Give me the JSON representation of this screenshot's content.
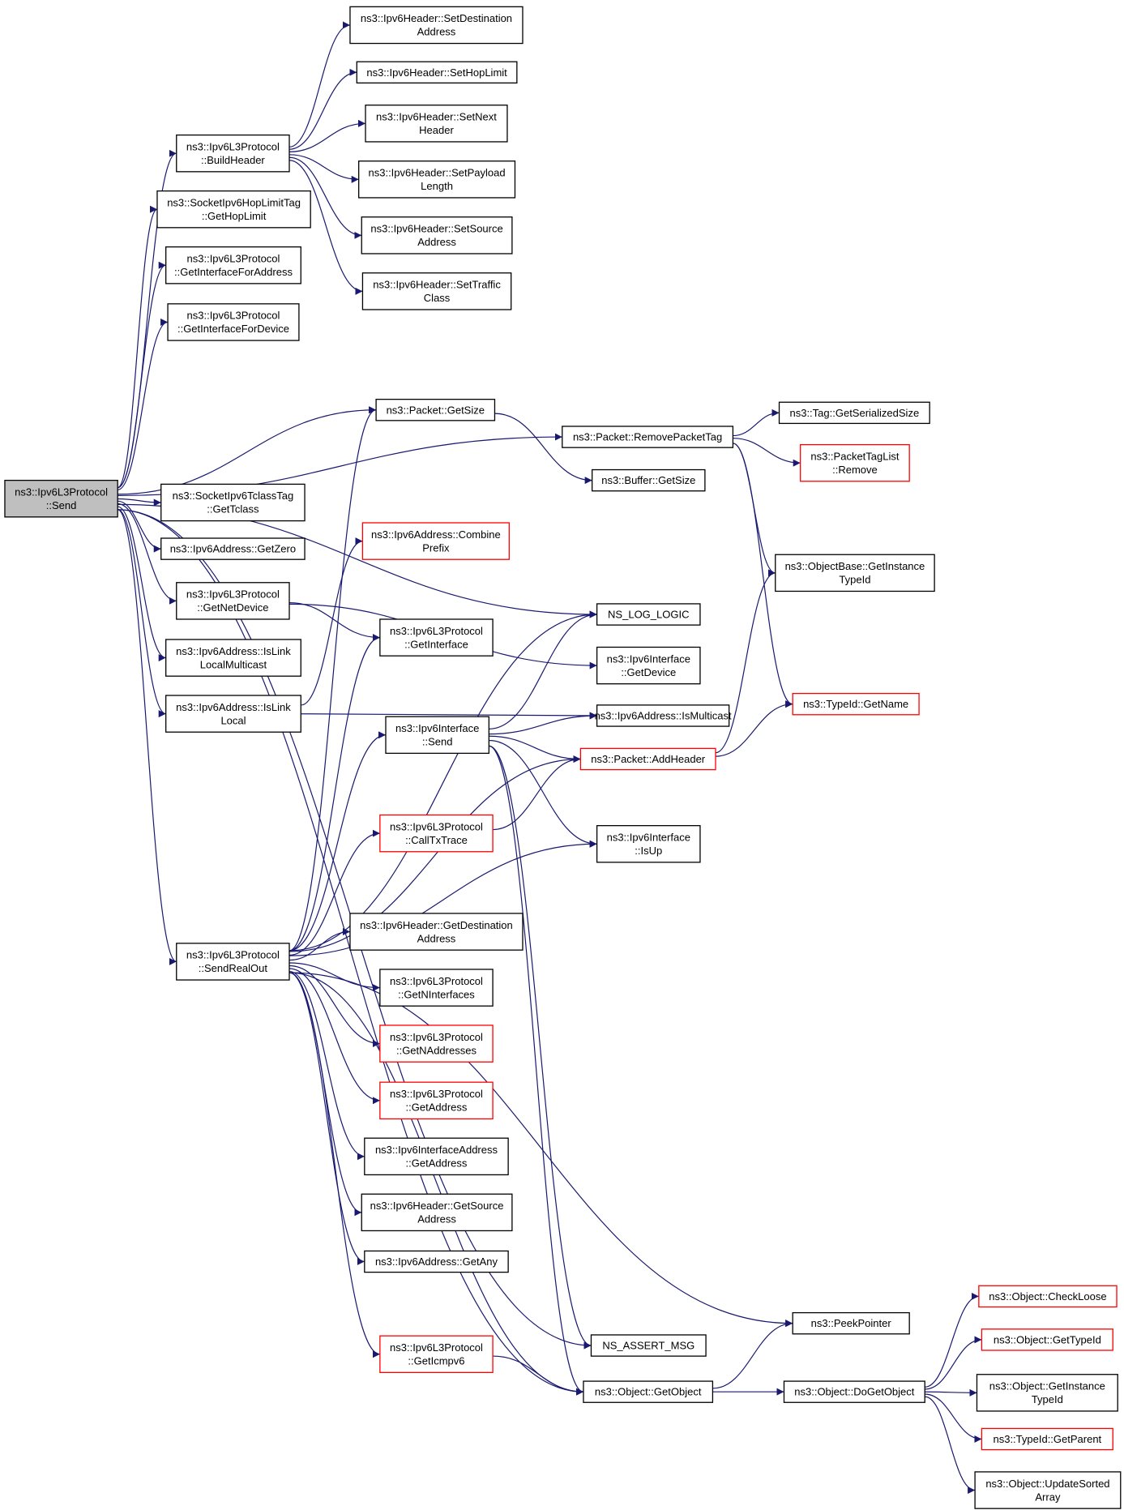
{
  "colors": {
    "edge": "#191970",
    "node_border": "#000000",
    "truncated_border": "#ff0000",
    "root_fill": "#bfbfbf"
  },
  "nodes": {
    "send": {
      "lines": [
        "ns3::Ipv6L3Protocol",
        "::Send"
      ]
    },
    "buildHeader": {
      "lines": [
        "ns3::Ipv6L3Protocol",
        "::BuildHeader"
      ]
    },
    "getHopLimit": {
      "lines": [
        "ns3::SocketIpv6HopLimitTag",
        "::GetHopLimit"
      ]
    },
    "getIfForAddress": {
      "lines": [
        "ns3::Ipv6L3Protocol",
        "::GetInterfaceForAddress"
      ]
    },
    "getIfForDevice": {
      "lines": [
        "ns3::Ipv6L3Protocol",
        "::GetInterfaceForDevice"
      ]
    },
    "getTclass": {
      "lines": [
        "ns3::SocketIpv6TclassTag",
        "::GetTclass"
      ]
    },
    "getZero": {
      "lines": [
        "ns3::Ipv6Address::GetZero"
      ]
    },
    "getNetDevice": {
      "lines": [
        "ns3::Ipv6L3Protocol",
        "::GetNetDevice"
      ]
    },
    "isLinkLocalMc": {
      "lines": [
        "ns3::Ipv6Address::IsLink",
        "LocalMulticast"
      ]
    },
    "isLinkLocal": {
      "lines": [
        "ns3::Ipv6Address::IsLink",
        "Local"
      ]
    },
    "sendRealOut": {
      "lines": [
        "ns3::Ipv6L3Protocol",
        "::SendRealOut"
      ]
    },
    "setDest": {
      "lines": [
        "ns3::Ipv6Header::SetDestination",
        "Address"
      ]
    },
    "setHopLimit": {
      "lines": [
        "ns3::Ipv6Header::SetHopLimit"
      ]
    },
    "setNext": {
      "lines": [
        "ns3::Ipv6Header::SetNext",
        "Header"
      ]
    },
    "setPayload": {
      "lines": [
        "ns3::Ipv6Header::SetPayload",
        "Length"
      ]
    },
    "setSource": {
      "lines": [
        "ns3::Ipv6Header::SetSource",
        "Address"
      ]
    },
    "setTraffic": {
      "lines": [
        "ns3::Ipv6Header::SetTraffic",
        "Class"
      ]
    },
    "pktGetSize": {
      "lines": [
        "ns3::Packet::GetSize"
      ]
    },
    "combinePrefix": {
      "lines": [
        "ns3::Ipv6Address::Combine",
        "Prefix"
      ]
    },
    "getInterface": {
      "lines": [
        "ns3::Ipv6L3Protocol",
        "::GetInterface"
      ]
    },
    "ifSend": {
      "lines": [
        "ns3::Ipv6Interface",
        "::Send"
      ]
    },
    "callTxTrace": {
      "lines": [
        "ns3::Ipv6L3Protocol",
        "::CallTxTrace"
      ]
    },
    "getDestAddr": {
      "lines": [
        "ns3::Ipv6Header::GetDestination",
        "Address"
      ]
    },
    "getNIf": {
      "lines": [
        "ns3::Ipv6L3Protocol",
        "::GetNInterfaces"
      ]
    },
    "getNAddr": {
      "lines": [
        "ns3::Ipv6L3Protocol",
        "::GetNAddresses"
      ]
    },
    "getAddress": {
      "lines": [
        "ns3::Ipv6L3Protocol",
        "::GetAddress"
      ]
    },
    "ifaGetAddress": {
      "lines": [
        "ns3::Ipv6InterfaceAddress",
        "::GetAddress"
      ]
    },
    "getSource": {
      "lines": [
        "ns3::Ipv6Header::GetSource",
        "Address"
      ]
    },
    "getAny": {
      "lines": [
        "ns3::Ipv6Address::GetAny"
      ]
    },
    "getIcmpv6": {
      "lines": [
        "ns3::Ipv6L3Protocol",
        "::GetIcmpv6"
      ]
    },
    "removeTag": {
      "lines": [
        "ns3::Packet::RemovePacketTag"
      ]
    },
    "bufGetSize": {
      "lines": [
        "ns3::Buffer::GetSize"
      ]
    },
    "nsLogLogic": {
      "lines": [
        "NS_LOG_LOGIC"
      ]
    },
    "ifGetDevice": {
      "lines": [
        "ns3::Ipv6Interface",
        "::GetDevice"
      ]
    },
    "isMulticast": {
      "lines": [
        "ns3::Ipv6Address::IsMulticast"
      ]
    },
    "addHeader": {
      "lines": [
        "ns3::Packet::AddHeader"
      ]
    },
    "ifIsUp": {
      "lines": [
        "ns3::Ipv6Interface",
        "::IsUp"
      ]
    },
    "nsAssertMsg": {
      "lines": [
        "NS_ASSERT_MSG"
      ]
    },
    "getObject": {
      "lines": [
        "ns3::Object::GetObject"
      ]
    },
    "tagSerSize": {
      "lines": [
        "ns3::Tag::GetSerializedSize"
      ]
    },
    "tagListRemove": {
      "lines": [
        "ns3::PacketTagList",
        "::Remove"
      ]
    },
    "objBaseTypeId": {
      "lines": [
        "ns3::ObjectBase::GetInstance",
        "TypeId"
      ]
    },
    "typeIdGetName": {
      "lines": [
        "ns3::TypeId::GetName"
      ]
    },
    "peekPointer": {
      "lines": [
        "ns3::PeekPointer"
      ]
    },
    "doGetObject": {
      "lines": [
        "ns3::Object::DoGetObject"
      ]
    },
    "checkLoose": {
      "lines": [
        "ns3::Object::CheckLoose"
      ]
    },
    "objGetTypeId": {
      "lines": [
        "ns3::Object::GetTypeId"
      ]
    },
    "objInstTypeId": {
      "lines": [
        "ns3::Object::GetInstance",
        "TypeId"
      ]
    },
    "typeIdParent": {
      "lines": [
        "ns3::TypeId::GetParent"
      ]
    },
    "updateSorted": {
      "lines": [
        "ns3::Object::UpdateSorted",
        "Array"
      ]
    }
  },
  "edges": [
    [
      "send",
      "buildHeader"
    ],
    [
      "send",
      "getHopLimit"
    ],
    [
      "send",
      "getIfForAddress"
    ],
    [
      "send",
      "getIfForDevice"
    ],
    [
      "send",
      "removeTag"
    ],
    [
      "send",
      "pktGetSize"
    ],
    [
      "send",
      "nsLogLogic"
    ],
    [
      "send",
      "getTclass"
    ],
    [
      "send",
      "getZero"
    ],
    [
      "send",
      "getNetDevice"
    ],
    [
      "send",
      "isLinkLocalMc"
    ],
    [
      "send",
      "isLinkLocal"
    ],
    [
      "send",
      "sendRealOut"
    ],
    [
      "send",
      "nsAssertMsg"
    ],
    [
      "send",
      "getObject"
    ],
    [
      "buildHeader",
      "setDest"
    ],
    [
      "buildHeader",
      "setHopLimit"
    ],
    [
      "buildHeader",
      "setNext"
    ],
    [
      "buildHeader",
      "setPayload"
    ],
    [
      "buildHeader",
      "setSource"
    ],
    [
      "buildHeader",
      "setTraffic"
    ],
    [
      "getNetDevice",
      "getInterface"
    ],
    [
      "getNetDevice",
      "ifGetDevice"
    ],
    [
      "isLinkLocal",
      "combinePrefix"
    ],
    [
      "isLinkLocal",
      "isMulticast"
    ],
    [
      "pktGetSize",
      "bufGetSize"
    ],
    [
      "removeTag",
      "tagSerSize"
    ],
    [
      "removeTag",
      "tagListRemove"
    ],
    [
      "removeTag",
      "objBaseTypeId"
    ],
    [
      "removeTag",
      "typeIdGetName"
    ],
    [
      "sendRealOut",
      "pktGetSize"
    ],
    [
      "sendRealOut",
      "getInterface"
    ],
    [
      "sendRealOut",
      "nsLogLogic"
    ],
    [
      "sendRealOut",
      "ifSend"
    ],
    [
      "sendRealOut",
      "addHeader"
    ],
    [
      "sendRealOut",
      "callTxTrace"
    ],
    [
      "sendRealOut",
      "ifIsUp"
    ],
    [
      "sendRealOut",
      "getDestAddr"
    ],
    [
      "sendRealOut",
      "getNIf"
    ],
    [
      "sendRealOut",
      "getNAddr"
    ],
    [
      "sendRealOut",
      "getAddress"
    ],
    [
      "sendRealOut",
      "ifaGetAddress"
    ],
    [
      "sendRealOut",
      "getSource"
    ],
    [
      "sendRealOut",
      "getAny"
    ],
    [
      "sendRealOut",
      "peekPointer"
    ],
    [
      "sendRealOut",
      "getIcmpv6"
    ],
    [
      "sendRealOut",
      "getObject"
    ],
    [
      "ifSend",
      "nsLogLogic"
    ],
    [
      "ifSend",
      "isMulticast"
    ],
    [
      "ifSend",
      "addHeader"
    ],
    [
      "ifSend",
      "ifIsUp"
    ],
    [
      "ifSend",
      "nsAssertMsg"
    ],
    [
      "ifSend",
      "getObject"
    ],
    [
      "callTxTrace",
      "addHeader"
    ],
    [
      "addHeader",
      "objBaseTypeId"
    ],
    [
      "addHeader",
      "typeIdGetName"
    ],
    [
      "getIcmpv6",
      "getObject"
    ],
    [
      "getObject",
      "peekPointer"
    ],
    [
      "getObject",
      "doGetObject"
    ],
    [
      "doGetObject",
      "checkLoose"
    ],
    [
      "doGetObject",
      "objGetTypeId"
    ],
    [
      "doGetObject",
      "objInstTypeId"
    ],
    [
      "doGetObject",
      "typeIdParent"
    ],
    [
      "doGetObject",
      "updateSorted"
    ]
  ]
}
